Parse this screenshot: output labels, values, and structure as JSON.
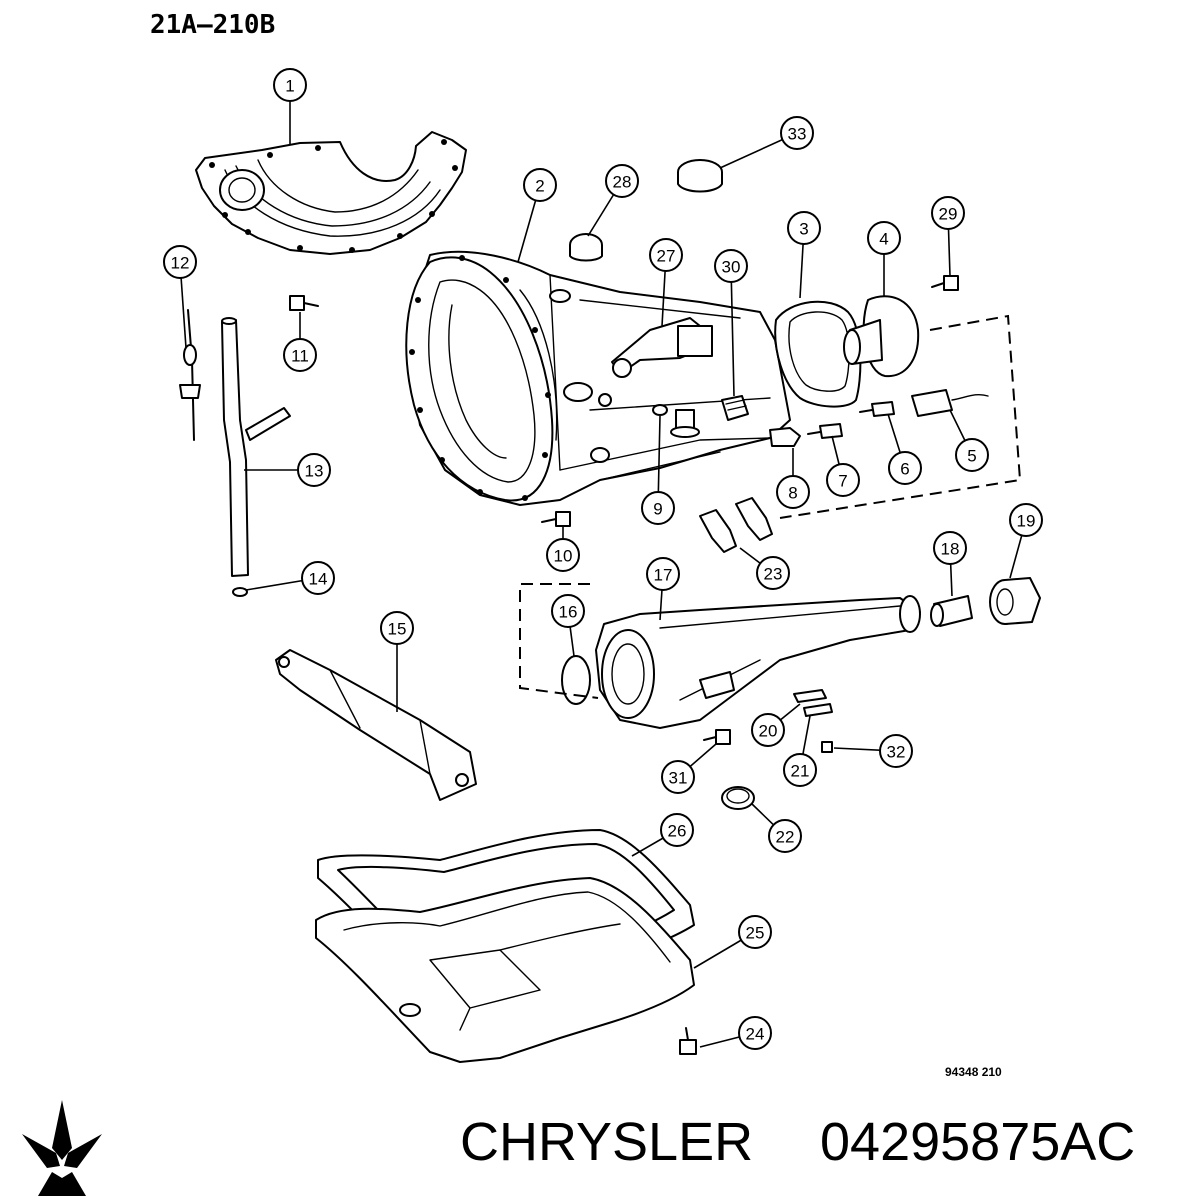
{
  "diagram": {
    "sheet_code": "21A–210B",
    "figure_ref": "94348  210",
    "callouts": [
      "1",
      "2",
      "3",
      "4",
      "5",
      "6",
      "7",
      "8",
      "9",
      "10",
      "11",
      "12",
      "13",
      "14",
      "15",
      "16",
      "17",
      "18",
      "19",
      "20",
      "21",
      "22",
      "23",
      "24",
      "25",
      "26",
      "27",
      "28",
      "29",
      "30",
      "31",
      "32",
      "33"
    ]
  },
  "footer": {
    "brand": "CHRYSLER",
    "part_number": "04295875AC",
    "logo_icon": "pentastar-logo"
  },
  "colors": {
    "ink": "#000000",
    "paper": "#ffffff"
  }
}
